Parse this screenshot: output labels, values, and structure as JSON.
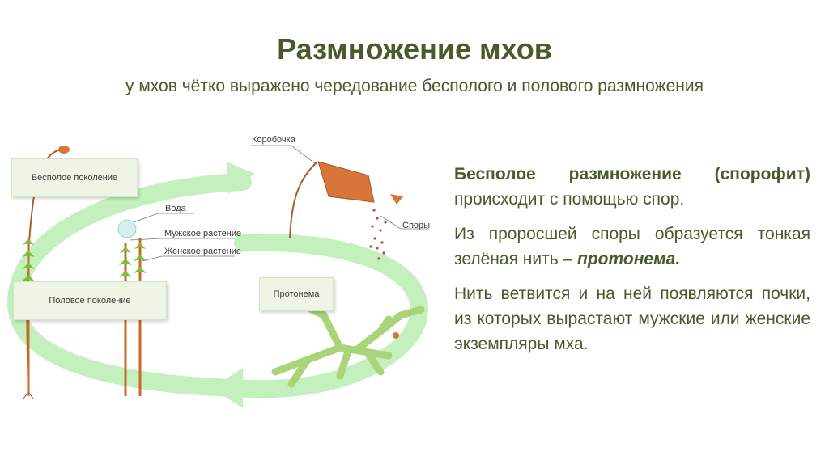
{
  "slide": {
    "title": "Размножение мхов",
    "subtitle": "у мхов чётко выражено чередование бесполого и полового размножения"
  },
  "diagram": {
    "labels": {
      "asexual_generation": "Бесполое поколение",
      "sexual_generation": "Половое поколение",
      "water": "Вода",
      "male_plant": "Мужское растение",
      "female_plant": "Женское растение",
      "capsule": "Коробочка",
      "spores": "Споры",
      "protonema": "Протонема"
    },
    "colors": {
      "cycle_arrow": "#bff0b8",
      "moss_leaf": "#7cbf3a",
      "moss_stem": "#c96a2a",
      "capsule": "#d8763a",
      "protonema": "#c7e59a"
    }
  },
  "text": {
    "p1_bold": "Бесполое размножение (спорофит)",
    "p1_rest": " происходит с помощью спор.",
    "p2_start": "Из проросшей споры образуется тонкая зелёная нить – ",
    "p2_bold": "протонема.",
    "p3": "Нить ветвится и на ней появляются почки, из которых вырастают мужские или женские экземпляры мха."
  }
}
